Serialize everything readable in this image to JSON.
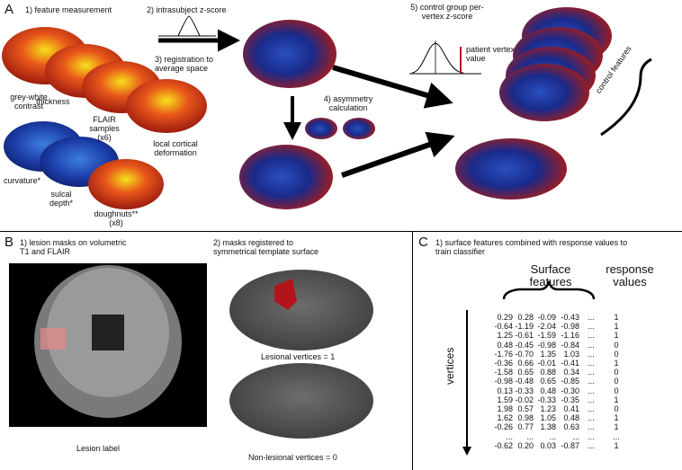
{
  "panels": {
    "a": {
      "letter": "A",
      "step1": "1) feature measurement",
      "step2": "2) intrasubject z-score",
      "step3": "3) registration to average space",
      "step4": "4) asymmetry calculation",
      "step5": "5) control group per-vertex z-score",
      "patient_vertex": "patient vertex value",
      "features": [
        "grey-white contrast",
        "thickness",
        "FLAIR samples (x6)",
        "local cortical deformation",
        "curvature*",
        "sulcal depth*",
        "doughnuts** (x8)"
      ],
      "control_features": "control features"
    },
    "b": {
      "letter": "B",
      "step1": "1) lesion masks on volumetric T1 and FLAIR",
      "step2": "2) masks registered to symmetrical template surface",
      "lesion_label": "Lesion label",
      "lesional": "Lesional vertices = 1",
      "nonlesional": "Non-lesional vertices = 0"
    },
    "c": {
      "letter": "C",
      "step1": "1) surface features combined with response values to train classifier",
      "surface_features": "Surface features",
      "response_values": "response values",
      "vertices": "vertices",
      "rows": [
        [
          "0.29",
          "0.28",
          "-0.09",
          "-0.43",
          "...",
          "1"
        ],
        [
          "-0.64",
          "-1.19",
          "-2.04",
          "-0.98",
          "...",
          "1"
        ],
        [
          "1.25",
          "-0.61",
          "-1.59",
          "-1.16",
          "...",
          "1"
        ],
        [
          "0.48",
          "-0.45",
          "-0.98",
          "-0.84",
          "...",
          "0"
        ],
        [
          "-1.76",
          "-0.70",
          "1.35",
          "1.03",
          "...",
          "0"
        ],
        [
          "-0.36",
          "0.66",
          "-0.01",
          "-0.41",
          "...",
          "1"
        ],
        [
          "-1.58",
          "0.65",
          "0.88",
          "0.34",
          "...",
          "0"
        ],
        [
          "-0.98",
          "-0.48",
          "0.65",
          "-0.85",
          "...",
          "0"
        ],
        [
          "0.13",
          "-0.33",
          "0.48",
          "-0.30",
          "...",
          "0"
        ],
        [
          "1.59",
          "-0.02",
          "-0.33",
          "-0.35",
          "...",
          "1"
        ],
        [
          "1.98",
          "0.57",
          "1.23",
          "0.41",
          "...",
          "0"
        ],
        [
          "1.62",
          "0.98",
          "1.05",
          "0.48",
          "...",
          "1"
        ],
        [
          "-0.26",
          "0.77",
          "1.38",
          "0.63",
          "...",
          "1"
        ],
        [
          "...",
          "...",
          "...",
          "...",
          "...",
          "..."
        ],
        [
          "-0.62",
          "0.20",
          "0.03",
          "-0.87",
          "...",
          "1"
        ]
      ]
    }
  }
}
